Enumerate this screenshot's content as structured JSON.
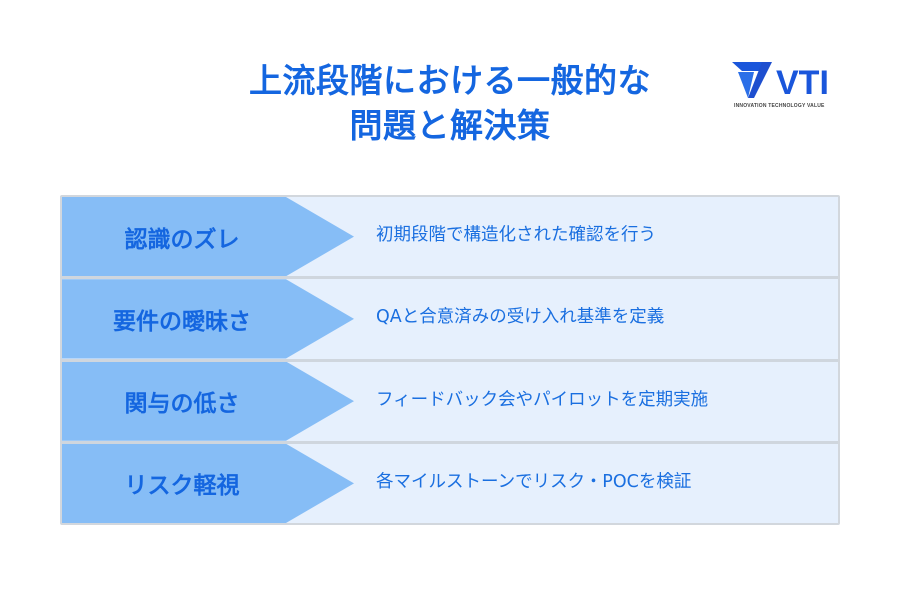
{
  "title": {
    "line1": "上流段階における一般的な",
    "line2": "問題と解決策",
    "color": "#1466e0"
  },
  "logo": {
    "icon": "vti-logo-icon",
    "text": "VTI",
    "tagline": "INNOVATION TECHNOLOGY VALUE",
    "color": "#1a56db"
  },
  "rows": [
    {
      "problem": "認識のズレ",
      "solution": "初期段階で構造化された確認を行う"
    },
    {
      "problem": "要件の曖昧さ",
      "solution": "QAと合意済みの受け入れ基準を定義"
    },
    {
      "problem": "関与の低さ",
      "solution": "フィードバック会やパイロットを定期実施"
    },
    {
      "problem": "リスク軽視",
      "solution": "各マイルストーンでリスク・POCを検証"
    }
  ],
  "colors": {
    "chevron_fill": "#86bdf6",
    "row_background": "#e6f0fd",
    "separator": "#cfd6de",
    "text_blue": "#1466e0"
  }
}
